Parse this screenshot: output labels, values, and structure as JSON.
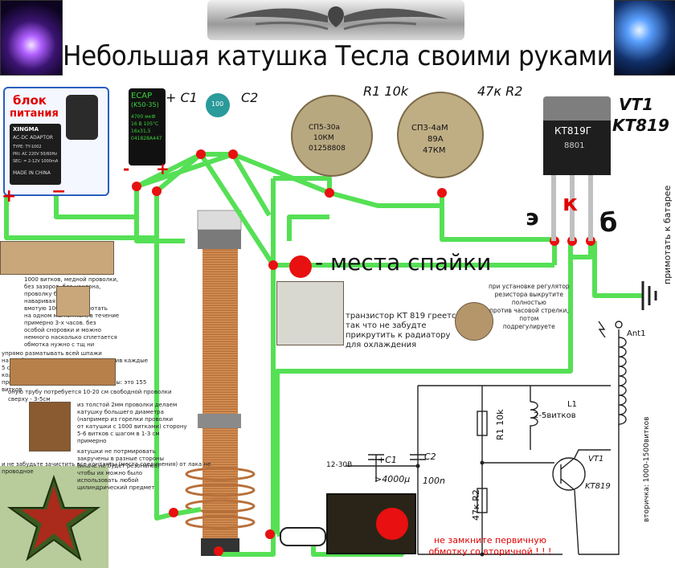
{
  "title": "Небольшая катушка Тесла своими руками",
  "psu": {
    "label_line1": "блок",
    "label_line2": "питания",
    "brand": "XINGMA",
    "adapter": "AC-DC ADAPTOR",
    "type": "TYPE: TY-1002",
    "pri": "PRI: AC 220V 50/60Hz",
    "sec": "SEC: = 2-12V 1000mA",
    "made": "MADE IN CHINA",
    "plus": "+",
    "minus": "−"
  },
  "cap_c1": {
    "label": "+ C1",
    "body_lines": [
      "ECAP",
      "(K50-35)",
      "4700 мкФ",
      "16 В 105°C",
      "16x31,5",
      "041828A447"
    ],
    "minus": "-",
    "plus": "+"
  },
  "cap_c2": {
    "label": "C2",
    "body": "100"
  },
  "resistor_r1": {
    "label": "R1 10k",
    "body_lines": [
      "СП5-30а",
      "10КМ",
      "01258808"
    ]
  },
  "resistor_r2": {
    "label": "47к R2",
    "body_lines": [
      "СП3-4аМ",
      "89А",
      "47КМ"
    ]
  },
  "transistor": {
    "label_vt1": "VT1",
    "label_part": "KT819",
    "body_lines": [
      "КТ819Г",
      "8801"
    ]
  },
  "pins": {
    "e": "э",
    "k": "к",
    "b": "б"
  },
  "battery_note": "примотать к батарее",
  "legend": {
    "text": "- места спайки"
  },
  "transistor_note": [
    "транзистор КТ 819 греется,",
    "так что не забудте",
    "прикрутить к радиатору",
    "для охлаждения"
  ],
  "regulator_note": [
    "при установке регулятор",
    "резистора выкрутите",
    "полностью",
    "против часовой стрелки,",
    "потом",
    "подрегулируете"
  ],
  "left_notes": {
    "p1": [
      "1000 витков, медной проволки,",
      "без зазоров. без наклона,",
      "проволку берем, не",
      "наваривая",
      "вмотую 1000 витков мотать",
      "на одном магнитном, в течение",
      "примерно 3-х часов. без",
      "особой сноровки и можно",
      "немного насколько сплетается",
      "обмотка нужно с тщ ни",
      "упрямо разматывать всей шпажи",
      "на трубу нанесите маркировку, отметив каждые 5 см. для удобства подсчета",
      "количество витков"
    ],
    "p2": [
      "при сопротивлениях в 0,28 - 9 см трубы: это 155 витков"
    ],
    "p3": [
      "оную трубу потребуется 10-20 см свободной проволки",
      "сверху - 3-5см"
    ],
    "p4": [
      "из толстой 2мм проволки делаем",
      "катушку большего диаметра",
      "(например из горелки проволки",
      "от катушки с 1000 витками) сторону",
      "5-6 витков с шагом в 1-3 см",
      "примерно"
    ],
    "p5": [
      "катушки не потрмировать",
      "закручены в разные стороны",
      "(иначе не будет резонанса)",
      "чтобы их можно было",
      "использовать любой",
      "цилиндрический предмет"
    ],
    "p6": [
      "и не забудьте зачистить все контакты (места соединения) от лака не",
      "проводное"
    ]
  },
  "schematic": {
    "voltage": "12-30В",
    "c1": "+C1",
    "c1_value": ">4000µ",
    "c2": "C2",
    "c2_value": "100n",
    "r1": "R1 10k",
    "r2": "47к R2",
    "l1": "L1",
    "l1_turns": "2-5витков",
    "vt1": "VT1",
    "vt1_part": "KT819",
    "ant": "Ant1",
    "secondary": "вторичка: 1000-1500витков"
  },
  "warning": [
    "не замкните первичную",
    "обмотку со вторичной ! ! !"
  ],
  "colors": {
    "wire": "#55e055",
    "dot": "#e81010",
    "copper": "#b8703a",
    "schematic": "#222222",
    "warn": "#e00000"
  }
}
